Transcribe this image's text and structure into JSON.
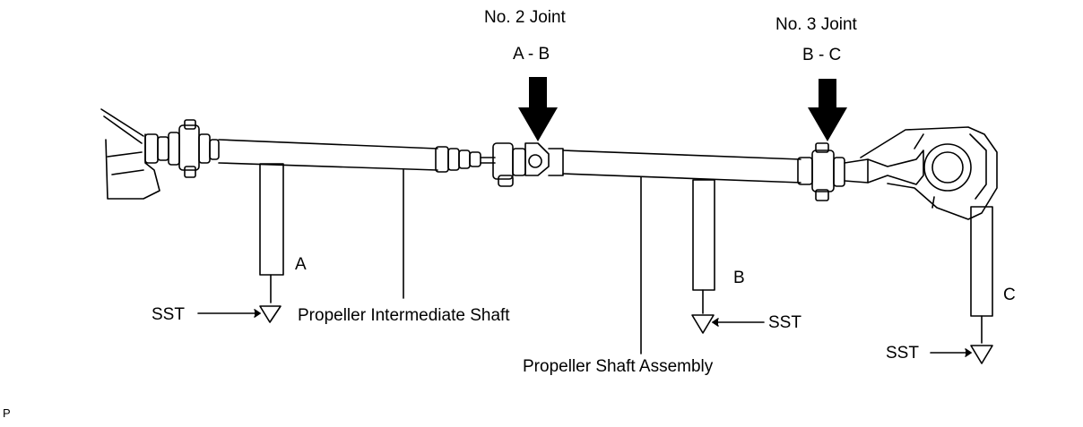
{
  "labels": {
    "joint2_title": "No. 2 Joint",
    "joint2_sub": "A - B",
    "joint3_title": "No. 3 Joint",
    "joint3_sub": "B - C",
    "point_a": "A",
    "point_b": "B",
    "point_c": "C",
    "sst_a": "SST",
    "sst_b": "SST",
    "sst_c": "SST",
    "intermediate_shaft": "Propeller Intermediate Shaft",
    "shaft_assembly": "Propeller Shaft Assembly",
    "corner_mark": "P"
  }
}
